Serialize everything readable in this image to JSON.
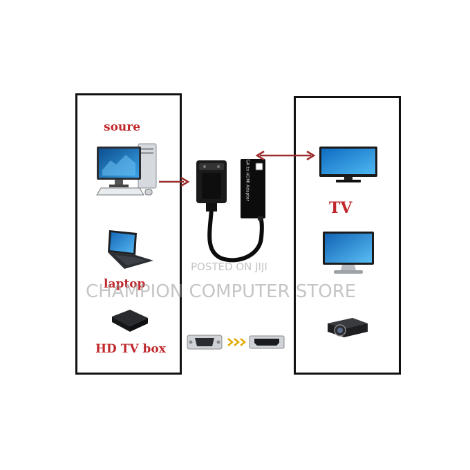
{
  "source_panel": {
    "source_label": "soure",
    "laptop_label": "laptop",
    "tvbox_label": "HD TV box"
  },
  "adapter": {
    "side_text": "VGA to HDMI Adapter"
  },
  "target_panel": {
    "tv_label": "TV"
  },
  "watermark": {
    "posted_text": "POSTED ON JIJI",
    "store_text": "CHAMPION COMPUTER STORE"
  },
  "colors": {
    "label_red": "#c0282c",
    "arrow_red": "#9b2a2a",
    "screen_blue": "#1f87d6",
    "frame_black": "#111111"
  },
  "icons": [
    "desktop-computer-icon",
    "laptop-icon",
    "tv-box-icon",
    "flat-tv-icon",
    "lcd-monitor-icon",
    "projector-icon",
    "vga-connector-icon",
    "hdmi-connector-icon"
  ]
}
